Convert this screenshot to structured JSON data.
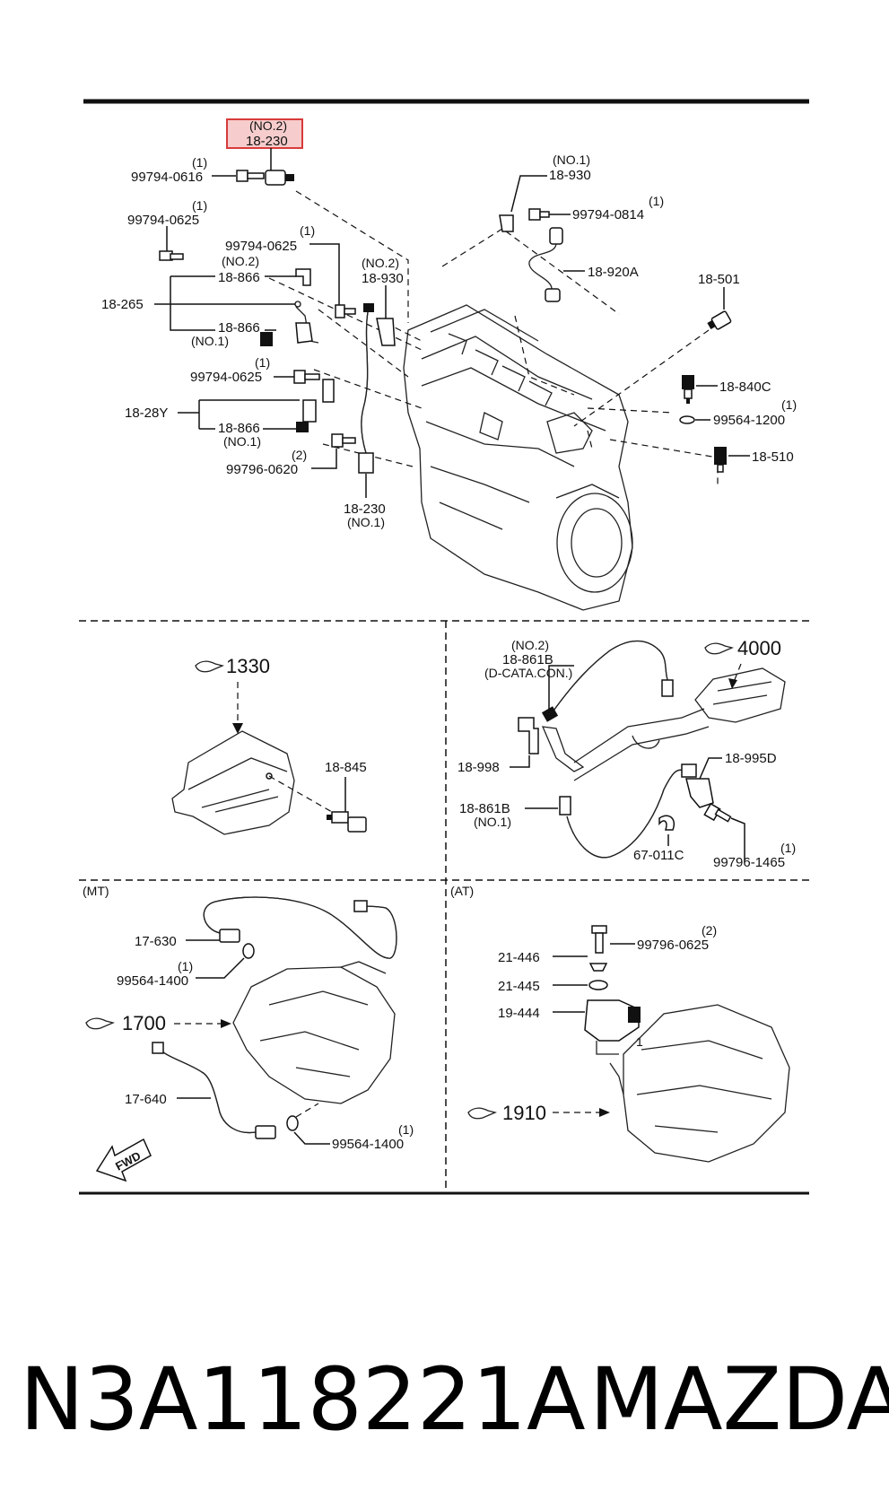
{
  "colors": {
    "highlight_fill": "#f6cccc",
    "highlight_stroke": "#d83a3a",
    "line": "#111111"
  },
  "labels": {
    "p18_230_no2_q": "(NO.2)",
    "p18_230_no2": "18-230",
    "p99794_0616_q": "(1)",
    "p99794_0616": "99794-0616",
    "p99794_0625a_q": "(1)",
    "p99794_0625a": "99794-0625",
    "p99794_0625b_q": "(1)",
    "p99794_0625b": "99794-0625",
    "p18_866_no2_q": "(NO.2)",
    "p18_866_no2": "18-866",
    "p18_265": "18-265",
    "p18_866_no1": "18-866",
    "p18_866_no1_q": "(NO.1)",
    "p18_930_mid_q": "(NO.2)",
    "p18_930_mid": "18-930",
    "p99794_0625c_q": "(1)",
    "p99794_0625c": "99794-0625",
    "p18_28y": "18-28Y",
    "p18_866_b": "18-866",
    "p18_866_b_q": "(NO.1)",
    "p99796_0620_q": "(2)",
    "p99796_0620": "99796-0620",
    "p18_230_no1": "18-230",
    "p18_230_no1_q": "(NO.1)",
    "p18_930_top_q": "(NO.1)",
    "p18_930_top": "18-930",
    "p99794_0814_q": "(1)",
    "p99794_0814": "99794-0814",
    "p18_920a": "18-920A",
    "p18_501": "18-501",
    "p18_840c": "18-840C",
    "p99564_1200_q": "(1)",
    "p99564_1200": "99564-1200",
    "p18_510": "18-510",
    "ref_1330": "1330",
    "p18_845": "18-845",
    "p18_861b_no2_q": "(NO.2)",
    "p18_861b_no2": "18-861B",
    "p18_861b_no2_note": "(D-CATA.CON.)",
    "ref_4000": "4000",
    "p18_998": "18-998",
    "p18_995d": "18-995D",
    "p18_861b_no1": "18-861B",
    "p18_861b_no1_q": "(NO.1)",
    "p67_011c": "67-011C",
    "p99796_1465_q": "(1)",
    "p99796_1465": "99796-1465",
    "mt": "(MT)",
    "at": "(AT)",
    "p17_630": "17-630",
    "p99564_1400a_q": "(1)",
    "p99564_1400a": "99564-1400",
    "ref_1700": "1700",
    "p17_640": "17-640",
    "p99564_1400b_q": "(1)",
    "p99564_1400b": "99564-1400",
    "fwd": "FWD",
    "p99796_0625_q": "(2)",
    "p99796_0625": "99796-0625",
    "p21_446": "21-446",
    "p21_445": "21-445",
    "p19_444": "19-444",
    "ref_1910": "1910",
    "marker_1": "1"
  },
  "footer": {
    "part_number": "N3A118221A",
    "brand": "MAZDA"
  }
}
